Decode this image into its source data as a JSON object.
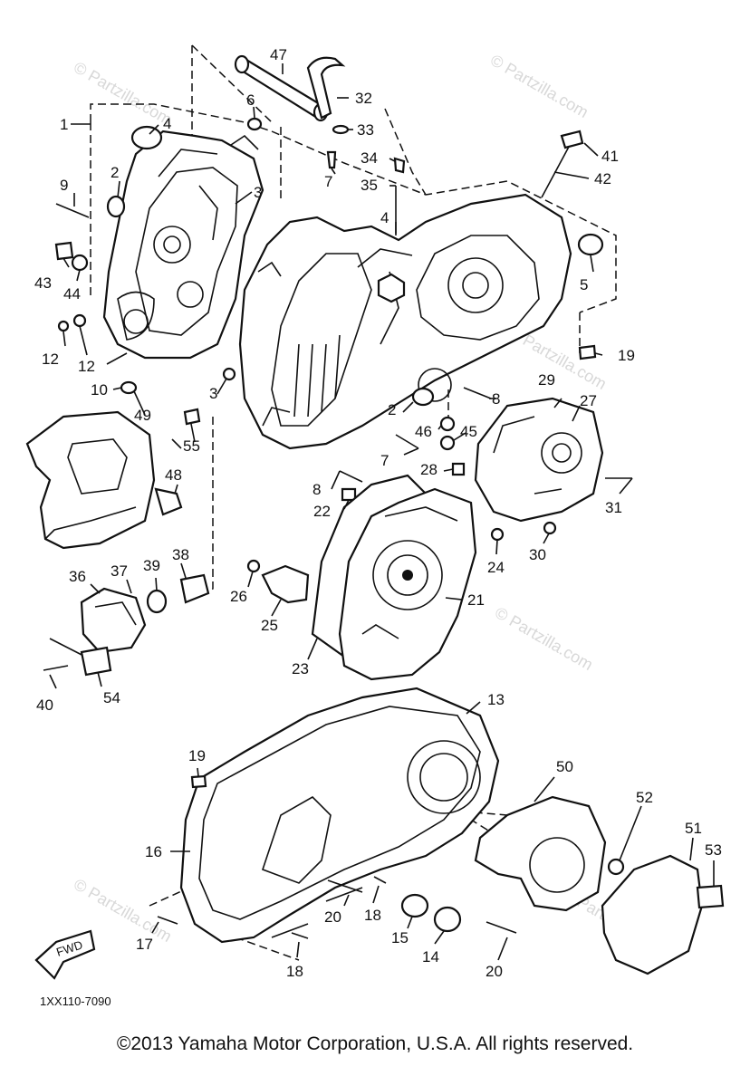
{
  "diagram_code": "1XX110-7090",
  "copyright": "©2013 Yamaha Motor Corporation, U.S.A. All rights reserved.",
  "watermark": "© Partzilla.com",
  "fwd_label": "FWD",
  "callouts": [
    "1",
    "2",
    "2",
    "3",
    "3",
    "4",
    "4",
    "5",
    "6",
    "7",
    "7",
    "8",
    "8",
    "9",
    "10",
    "12",
    "12",
    "13",
    "14",
    "15",
    "16",
    "17",
    "18",
    "18",
    "19",
    "19",
    "20",
    "20",
    "21",
    "22",
    "23",
    "24",
    "25",
    "26",
    "27",
    "28",
    "29",
    "30",
    "31",
    "32",
    "33",
    "34",
    "35",
    "36",
    "37",
    "38",
    "39",
    "40",
    "41",
    "42",
    "43",
    "44",
    "45",
    "46",
    "47",
    "48",
    "49",
    "50",
    "51",
    "52",
    "53",
    "54",
    "55"
  ]
}
